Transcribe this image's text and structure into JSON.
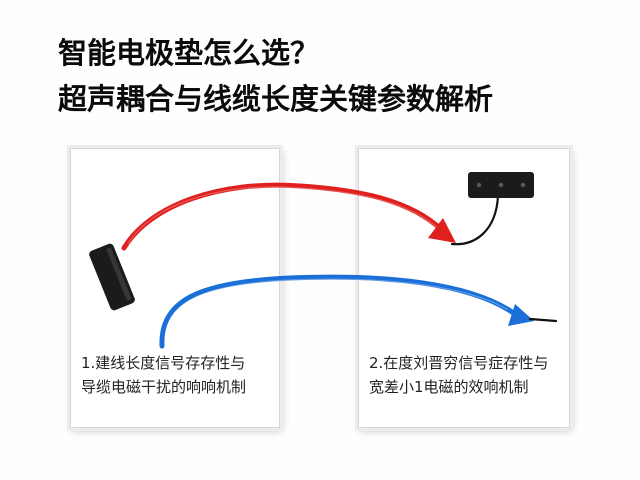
{
  "header": {
    "title_line1": "智能电极垫怎么选？",
    "title_line2": "超声耦合与线缆长度关键参数解析"
  },
  "cards": [
    {
      "caption_line1": "1.建线长度信号存存性与",
      "caption_line2": "导缆电磁干扰的响响机制"
    },
    {
      "caption_line1": "2.在度刘晋穷信号症存性与",
      "caption_line2": "宽差小1电磁的效响机制"
    }
  ],
  "colors": {
    "red_cable": "#e0201f",
    "blue_cable": "#1a6fd8",
    "connector": "#1b1b1b",
    "black_wire": "#111111"
  }
}
